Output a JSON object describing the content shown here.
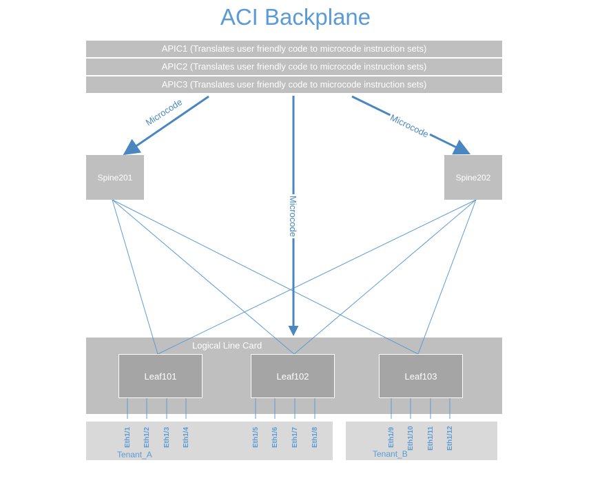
{
  "title": "ACI Backplane",
  "apics": [
    "APIC1 (Translates user friendly code to microcode instruction sets)",
    "APIC2 (Translates user friendly code to microcode instruction sets)",
    "APIC3 (Translates user friendly code to microcode instruction sets)"
  ],
  "arrows": {
    "left": "Microcode",
    "center": "Microcode",
    "right": "Microcode"
  },
  "spines": [
    "Spine201",
    "Spine202"
  ],
  "line_card": "Logical Line Card",
  "leaves": [
    "Leaf101",
    "Leaf102",
    "Leaf103"
  ],
  "ports": {
    "leaf101": [
      "Eth1/1",
      "Eth1/2",
      "Eth1/3",
      "Eth1/4"
    ],
    "leaf102": [
      "Eth1/5",
      "Eth1/6",
      "Eth1/7",
      "Eth1/8"
    ],
    "leaf103": [
      "Eth1/9",
      "Eth1/10",
      "Eth1/11",
      "Eth1/12"
    ]
  },
  "tenants": [
    "Tenant_A",
    "Tenant_B"
  ],
  "colors": {
    "accent": "#5b9bd5",
    "arrow": "#4a86c0",
    "box": "#bfbfbf",
    "leaf": "#a5a5a5",
    "tenant": "#d9d9d9"
  }
}
